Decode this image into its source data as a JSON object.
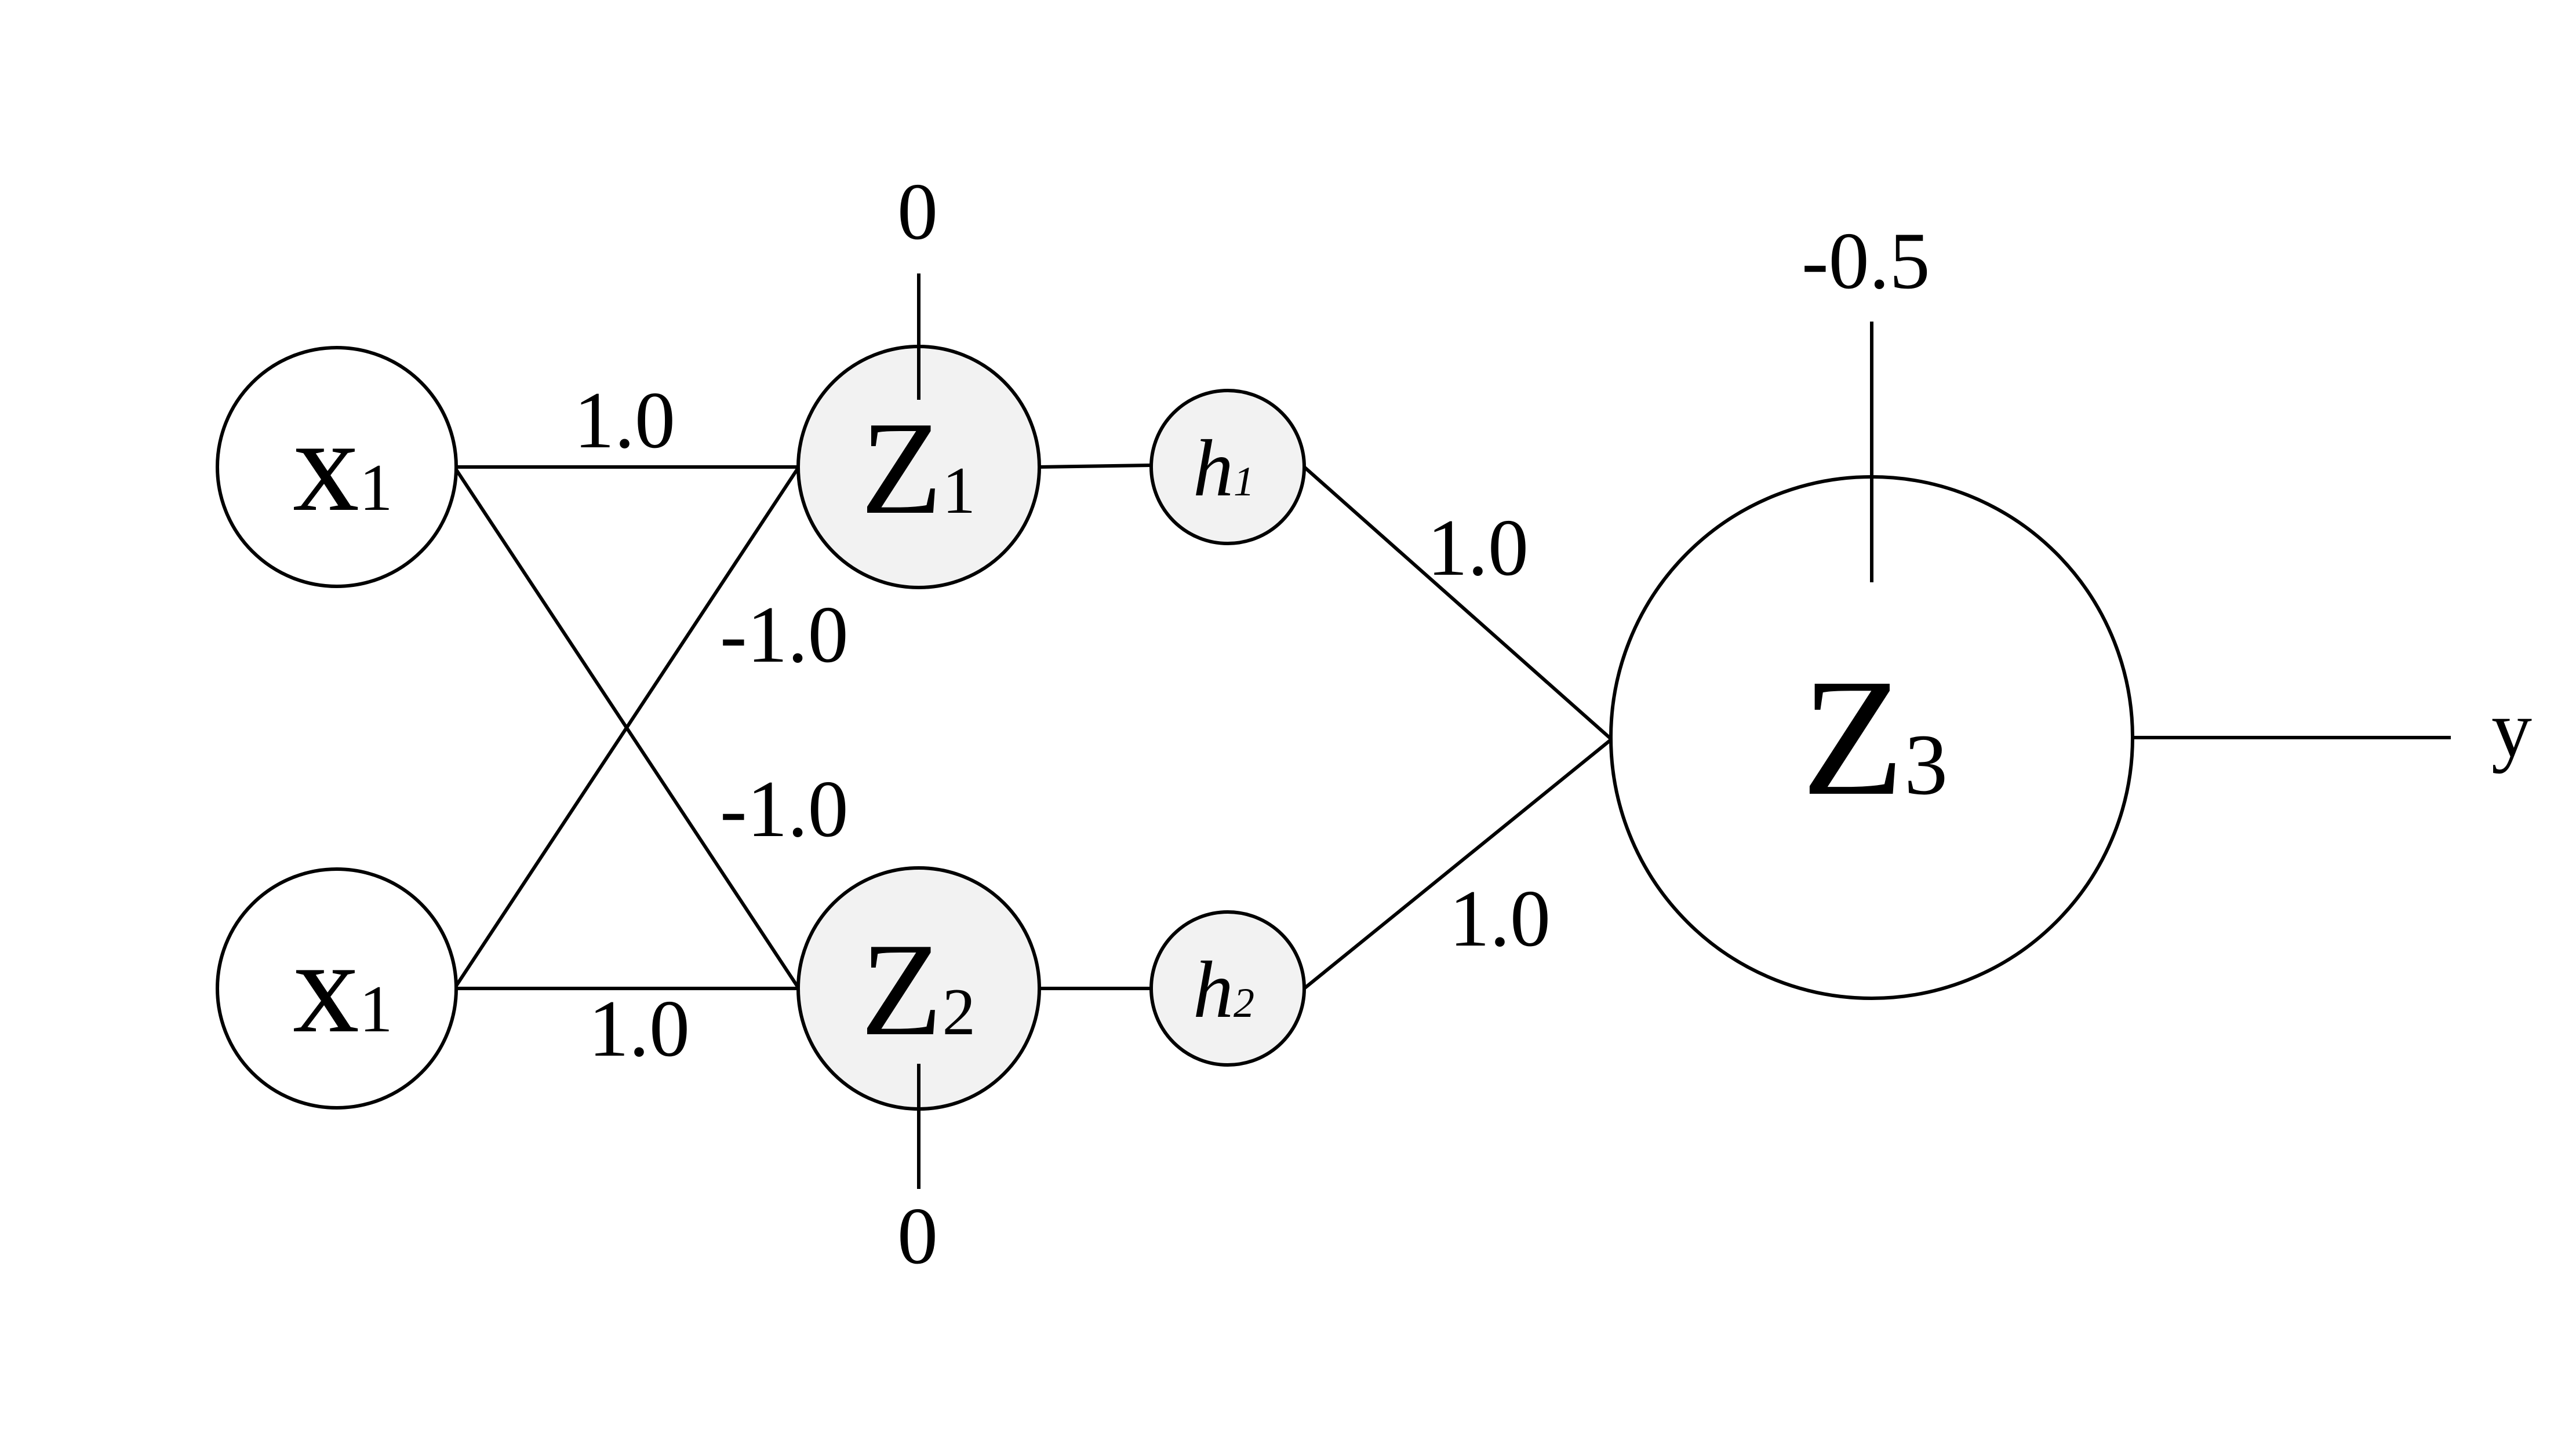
{
  "nodes": {
    "x1_top": {
      "main": "x",
      "sub": "1"
    },
    "x1_bottom": {
      "main": "x",
      "sub": "1"
    },
    "z1": {
      "main": "Z",
      "sub": "1"
    },
    "z2": {
      "main": "Z",
      "sub": "2"
    },
    "h1": {
      "main": "h",
      "sub": "1"
    },
    "h2": {
      "main": "h",
      "sub": "2"
    },
    "z3": {
      "main": "Z",
      "sub": "3"
    }
  },
  "weights": {
    "x1_top_to_z1": "1.0",
    "x1_bottom_to_z1": "-1.0",
    "x1_top_to_z2": "-1.0",
    "x1_bottom_to_z2": "1.0",
    "h1_to_z3": "1.0",
    "h2_to_z3": "1.0"
  },
  "biases": {
    "z1": "0",
    "z2": "0",
    "z3": "-0.5"
  },
  "output": {
    "label": "y"
  },
  "colors": {
    "stroke": "#000000",
    "hidden_fill": "#f2f2f2",
    "input_fill": "#ffffff"
  }
}
